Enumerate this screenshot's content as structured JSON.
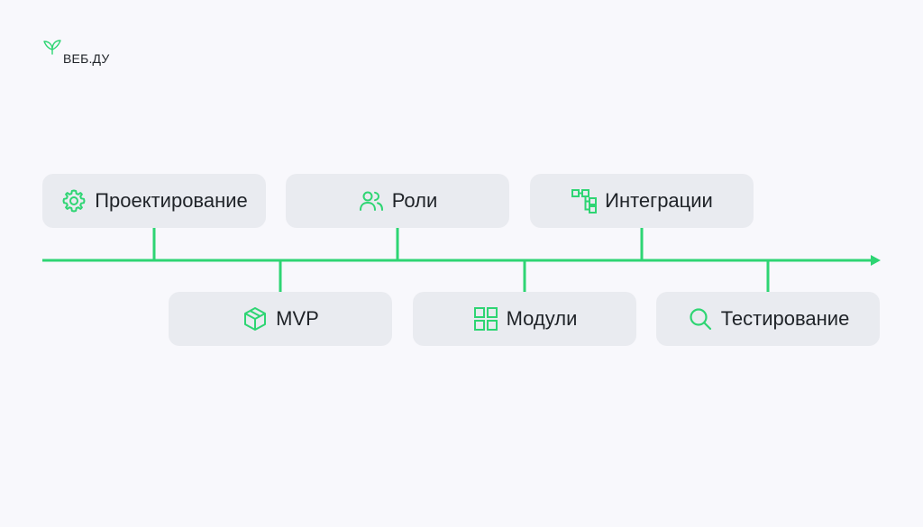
{
  "brand": {
    "name": "ВЕБ.ДУ",
    "icon": "leaf-icon",
    "accent_color": "#2ed573"
  },
  "diagram": {
    "line_color": "#2ed573",
    "card_color": "#e9ebf0",
    "stages_top": [
      {
        "label": "Проектирование",
        "icon": "gear-icon"
      },
      {
        "label": "Роли",
        "icon": "users-icon"
      },
      {
        "label": "Интеграции",
        "icon": "flowchart-icon"
      }
    ],
    "stages_bottom": [
      {
        "label": "MVP",
        "icon": "cube-icon"
      },
      {
        "label": "Модули",
        "icon": "grid-icon"
      },
      {
        "label": "Тестирование",
        "icon": "search-icon"
      }
    ]
  }
}
